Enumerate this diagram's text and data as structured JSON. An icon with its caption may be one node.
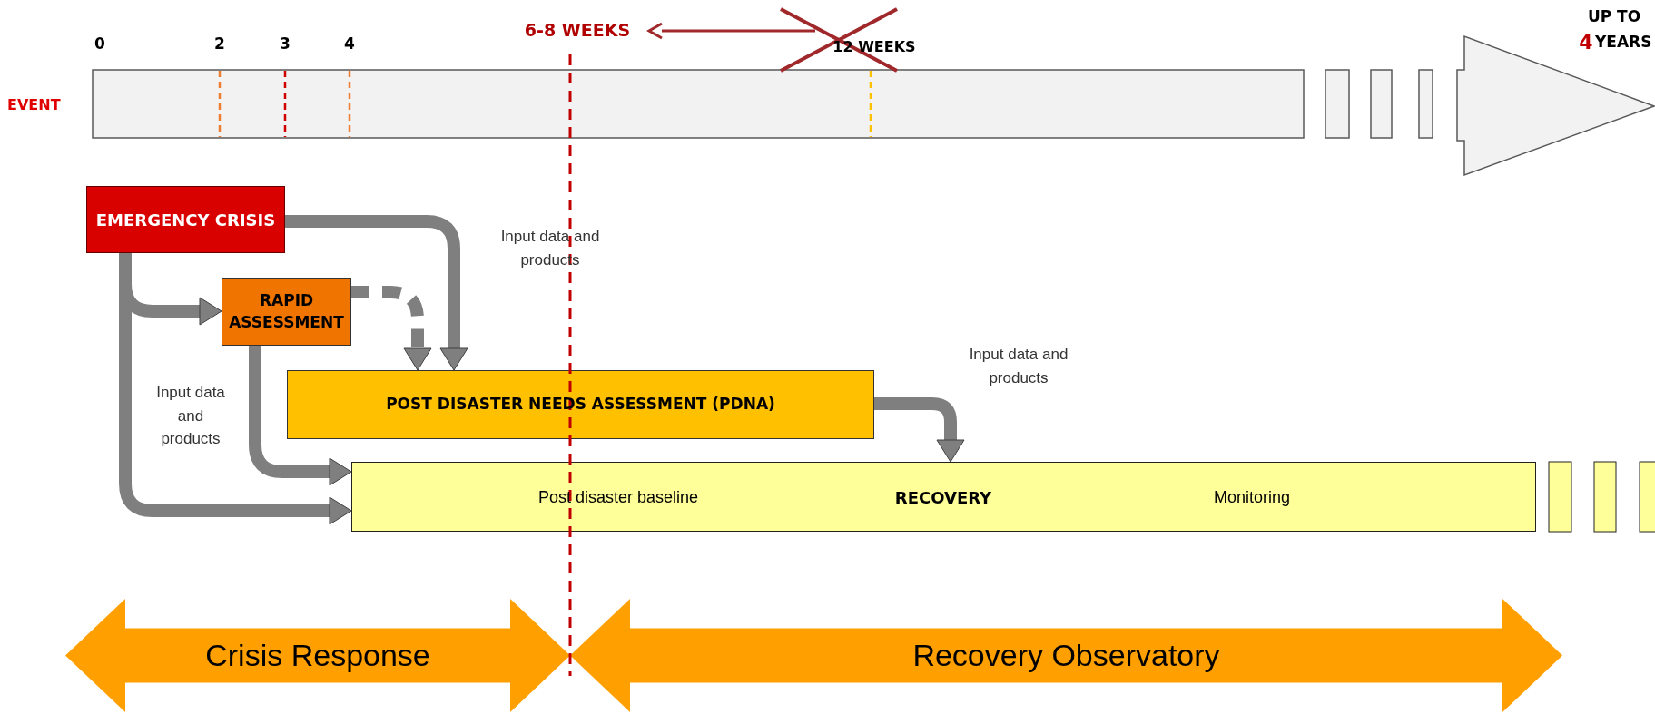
{
  "diagram": {
    "nodes": [
      {
        "text": [
          "EMERGENCY CRISIS"
        ]
      },
      {
        "text": [
          "RAPID ASSESSMENT"
        ]
      },
      {
        "text": [
          "POST DISASTER NEEDS ASSESSMENT (PDNA)"
        ]
      },
      {
        "text": [
          "Post disaster baseline",
          "RECOVERY",
          "Monitoring"
        ]
      },
      {
        "text": [
          "Crisis Response"
        ]
      },
      {
        "text": [
          "Recovery Observatory"
        ]
      },
      {
        "text": [
          "6-8 WEEKS"
        ]
      },
      {
        "text": [
          "12 WEEKS"
        ]
      }
    ],
    "edges": [
      {
        "from": 0,
        "to": 2,
        "arrow": "to"
      },
      {
        "from": 0,
        "to": 1,
        "arrow": "to"
      },
      {
        "from": 0,
        "to": 3,
        "arrow": "to"
      },
      {
        "from": 1,
        "to": 2,
        "arrow": "to",
        "style": "dashed"
      },
      {
        "from": 1,
        "to": 3,
        "arrow": "to"
      },
      {
        "from": 2,
        "to": 3,
        "arrow": "to"
      },
      {
        "from": 7,
        "to": 6,
        "arrow": "to",
        "color": "#a0282a"
      }
    ],
    "labels": [
      "0",
      "2",
      "3",
      "4",
      "UP TO",
      "4",
      "YEARS",
      "EVENT",
      "Input data and products",
      "Input data and products",
      "Input data and products"
    ]
  }
}
